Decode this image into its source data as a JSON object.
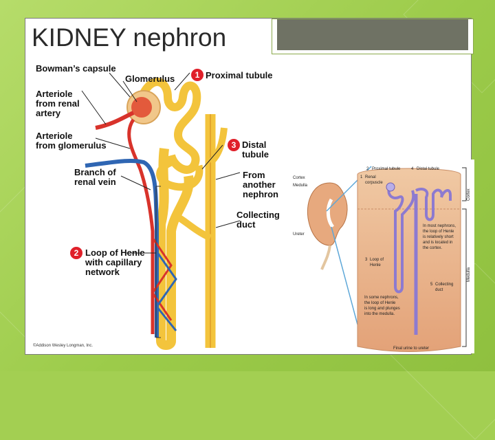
{
  "slide": {
    "title": "KIDNEY nephron"
  },
  "left_figure": {
    "labels": {
      "bowmans_capsule": "Bowman’s capsule",
      "glomerulus": "Glomerulus",
      "proximal_tubule": "Proximal tubule",
      "arteriole_renal_1": "Arteriole",
      "arteriole_renal_2": "from renal",
      "arteriole_renal_3": "artery",
      "arteriole_glom_1": "Arteriole",
      "arteriole_glom_2": "from glomerulus",
      "distal_1": "Distal",
      "distal_2": "tubule",
      "branch_1": "Branch of",
      "branch_2": "renal vein",
      "from_1": "From",
      "from_2": "another",
      "from_3": "nephron",
      "collecting_1": "Collecting",
      "collecting_2": "duct",
      "loop_1": "Loop of Henle",
      "loop_2": "with capillary",
      "loop_3": "network",
      "copyright": "©Addison Wesley Longman, Inc."
    },
    "badges": {
      "proximal": "1",
      "distal": "3",
      "loop": "2"
    },
    "colors": {
      "badge": "#e0202a",
      "tubule": "#f3c43c",
      "artery": "#d8332b",
      "vein": "#2f66b3"
    }
  },
  "right_figure": {
    "labels": {
      "cortex": "Cortex",
      "medulla": "Medulla",
      "ureter": "Ureter",
      "proximal": "Proximal tubule",
      "distal": "Distal tubule",
      "renal_1": "Renal",
      "renal_2": "corpuscle",
      "side_cortex": "Cortex",
      "side_medulla": "Medulla",
      "note1_1": "In most nephrons,",
      "note1_2": "the loop of Henle",
      "note1_3": "is relatively short",
      "note1_4": "and is located in",
      "note1_5": "the cortex.",
      "loop_1": "Loop of",
      "loop_2": "Henle",
      "collecting_1": "Collecting",
      "collecting_2": "duct",
      "note2_1": "In some nephrons,",
      "note2_2": "the loop of Henle",
      "note2_3": "is long and plunges",
      "note2_4": "into the medulla.",
      "final": "Final urine to ureter"
    },
    "numbers": {
      "proximal": "2",
      "distal": "4",
      "renal": "1",
      "loop": "3",
      "collecting": "5"
    },
    "colors": {
      "tissue_top": "#f0c9a4",
      "tissue_bottom": "#e3a278",
      "tubule": "#8d7ad0"
    }
  }
}
